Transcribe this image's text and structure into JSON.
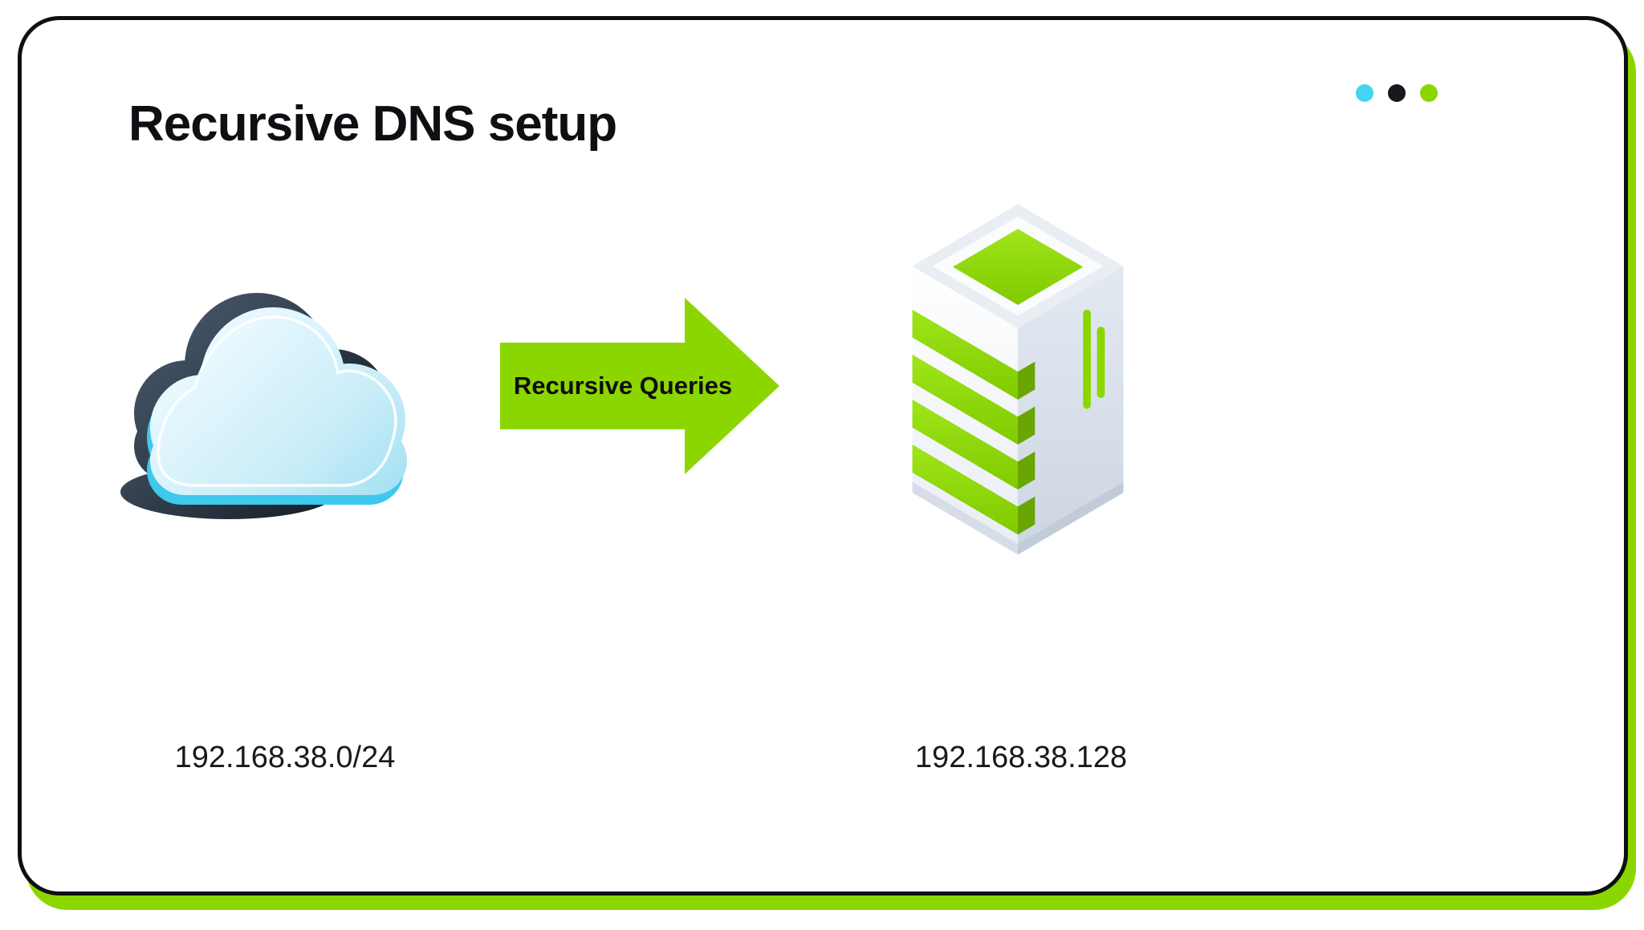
{
  "header": {
    "title": "Recursive DNS setup",
    "window_dots": [
      {
        "name": "cyan-dot",
        "color": "#45d4f1"
      },
      {
        "name": "black-dot",
        "color": "#15181d"
      },
      {
        "name": "green-dot",
        "color": "#8cd600"
      }
    ]
  },
  "diagram": {
    "client_network": {
      "icon": "cloud-icon",
      "label": "192.168.38.0/24"
    },
    "query_arrow": {
      "icon": "block-arrow-right-icon",
      "label": "Recursive Queries",
      "direction": "right"
    },
    "dns_server": {
      "icon": "server-icon",
      "label": "192.168.38.128"
    }
  },
  "colors": {
    "accent_green": "#8cd600",
    "accent_green_dark": "#69a603",
    "cyan": "#45d4f1",
    "cloud_blue_light": "#eefaff",
    "cloud_blue_deep": "#96dcf2",
    "cloud_shadow_dark": "#16212c",
    "card_border": "#0d0f12",
    "background": "#ffffff"
  }
}
